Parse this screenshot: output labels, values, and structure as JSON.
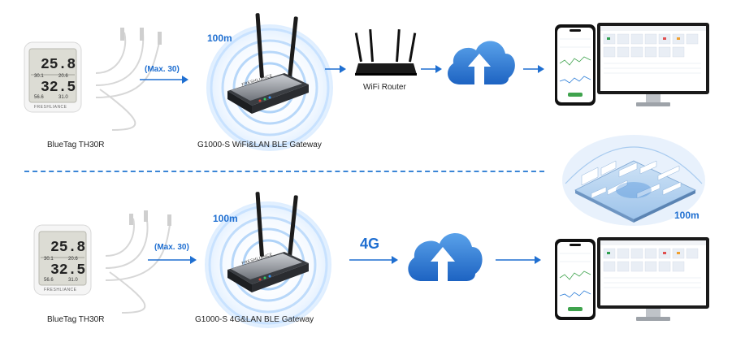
{
  "row1": {
    "sensor_label": "BlueTag TH30R",
    "max_label": "(Max. 30)",
    "range_label": "100m",
    "gateway_label": "G1000-S WiFi&LAN BLE Gateway",
    "router_label": "WiFi Router"
  },
  "row2": {
    "sensor_label": "BlueTag TH30R",
    "max_label": "(Max. 30)",
    "range_label": "100m",
    "gateway_label": "G1000-S 4G&LAN BLE Gateway",
    "network_label": "4G"
  },
  "coverage_label": "100m",
  "sensor_device": {
    "reading_top": "25.8",
    "reading_bottom": "32.5",
    "small_left_top": "30.1",
    "small_right_top": "20.6",
    "small_left_bottom": "56.6",
    "small_right_bottom": "31.0",
    "brand": "FRESHLIANCE"
  },
  "gateway_brand": "FRESHLIANCE",
  "colors": {
    "accent": "#1f6fd1",
    "cloud": "#2f7fd8",
    "arrow": "#1f6fd1"
  },
  "icons": [
    "sensor-device",
    "ble-gateway",
    "wifi-router",
    "cloud-upload-icon",
    "phone-monitor-dashboard",
    "warehouse-floorplan"
  ]
}
